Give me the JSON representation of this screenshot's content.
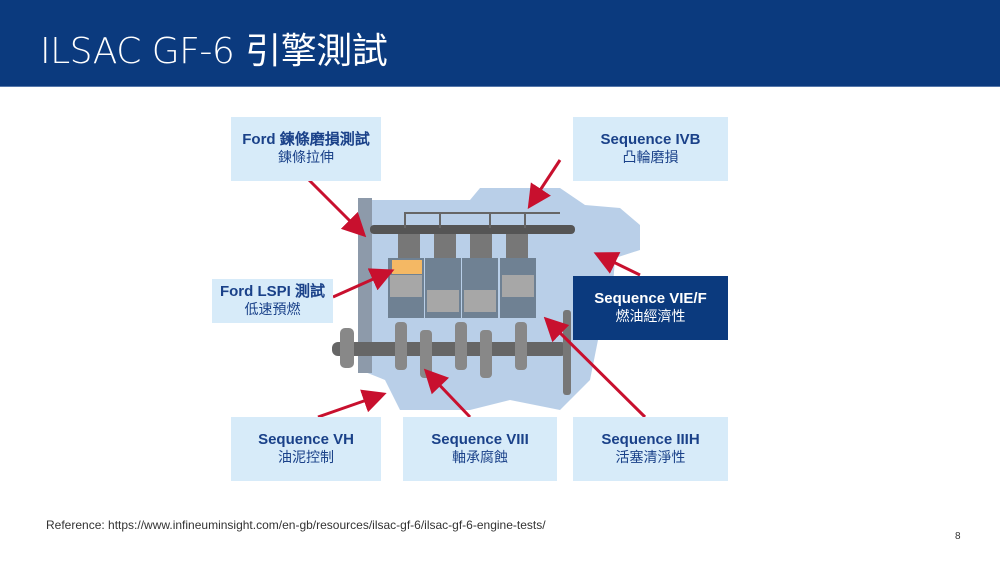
{
  "title": "ILSAC GF-6 引擎測試",
  "boxes": {
    "ford_chain": {
      "en": "Ford 鍊條磨損測試",
      "zh": "鍊條拉伸"
    },
    "ivb": {
      "en": "Sequence IVB",
      "zh": "凸輪磨損"
    },
    "ford_lspi": {
      "en": "Ford LSPI 測試",
      "zh": "低速預燃"
    },
    "vief": {
      "en": "Sequence VIE/F",
      "zh": "燃油經濟性"
    },
    "vh": {
      "en": "Sequence VH",
      "zh": "油泥控制"
    },
    "viii": {
      "en": "Sequence VIII",
      "zh": "軸承腐蝕"
    },
    "iiih": {
      "en": "Sequence IIIH",
      "zh": "活塞清淨性"
    }
  },
  "reference": "Reference: https://www.infineuminsight.com/en-gb/resources/ilsac-gf-6/ilsac-gf-6-engine-tests/",
  "page_number": "8",
  "colors": {
    "header": "#0b3a7e",
    "box": "#d7ebf9",
    "arrow": "#c8102e"
  }
}
